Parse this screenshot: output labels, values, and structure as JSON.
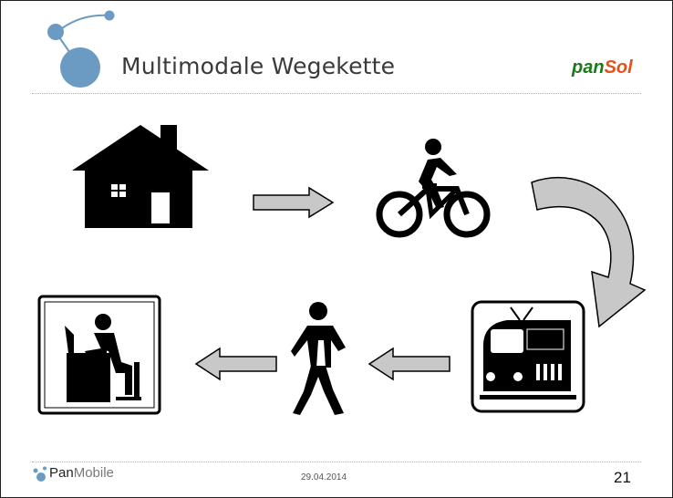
{
  "slide": {
    "title": "Multimodale Wegekette",
    "brand_part1": "pan",
    "brand_part2": "Sol",
    "footer_brand_part1": "Pan",
    "footer_brand_part2": "Mobile",
    "date": "29.04.2014",
    "page_number": "21"
  },
  "icons": [
    "house-icon",
    "bicycle-icon",
    "train-icon",
    "pedestrian-icon",
    "office-worker-icon",
    "arrow-right-icon",
    "curved-arrow-icon",
    "arrow-left-icon"
  ],
  "colors": {
    "title_text": "#3a3a3a",
    "brand_green": "#1c7a1c",
    "brand_orange": "#e2521b",
    "logo_blue": "#6b9bc3",
    "arrow_fill": "#c8c8c8"
  }
}
